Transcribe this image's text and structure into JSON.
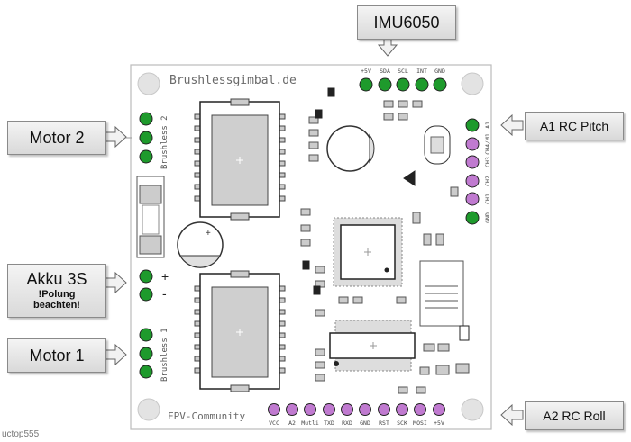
{
  "board": {
    "title": "Brushlessgimbal.de",
    "footer": "FPV-Community",
    "label_brushless_2": "Brushless 2",
    "label_brushless_1": "Brushless 1",
    "plus": "+",
    "minus": "-"
  },
  "top_header_pins": [
    "+5V",
    "SDA",
    "SCL",
    "INT",
    "GND"
  ],
  "bottom_header_pins": [
    "VCC",
    "A2",
    "Mutli",
    "TXD",
    "RXD",
    "GND",
    "RST",
    "SCK",
    "MOSI",
    "+5V"
  ],
  "right_header_pins": [
    "A1",
    "CH4/M1",
    "CH3",
    "CH2",
    "CH1",
    "GND"
  ],
  "callouts": {
    "imu": "IMU6050",
    "motor2": "Motor 2",
    "a1": "A1 RC Pitch",
    "akku_title": "Akku 3S",
    "akku_note_line1": "!Polung",
    "akku_note_line2": "beachten!",
    "motor1": "Motor 1",
    "a2": "A2 RC Roll"
  },
  "watermark": "uctop555",
  "colors": {
    "pad_green": "#1e9a2c",
    "pad_purple": "#c07ad0",
    "outline": "#333333",
    "pad_gray": "#cccccc",
    "text_gray": "#6a6a6a"
  }
}
